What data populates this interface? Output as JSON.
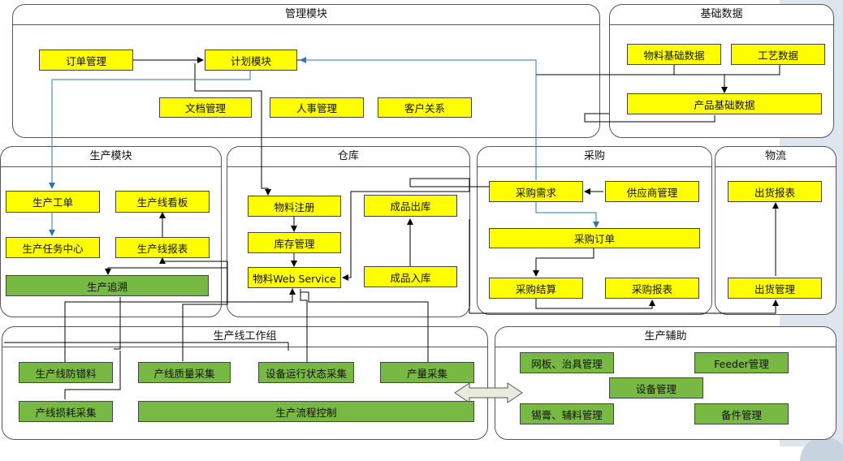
{
  "groups": {
    "management": "管理模块",
    "basic_data": "基础数据",
    "production": "生产模块",
    "warehouse": "仓库",
    "purchasing": "采购",
    "logistics": "物流",
    "line_workgroup": "生产线工作组",
    "production_aux": "生产辅助"
  },
  "boxes": {
    "order_mgmt": "订单管理",
    "plan_module": "计划模块",
    "doc_mgmt": "文档管理",
    "hr_mgmt": "人事管理",
    "customer_rel": "客户关系",
    "material_basic": "物料基础数据",
    "process_data": "工艺数据",
    "product_basic": "产品基础数据",
    "work_order": "生产工单",
    "line_board": "生产线看板",
    "task_center": "生产任务中心",
    "line_report": "生产线报表",
    "prod_trace": "生产追溯",
    "material_reg": "物料注册",
    "finished_out": "成品出库",
    "inventory_mgmt": "库存管理",
    "material_ws": "物料Web Service",
    "finished_in": "成品入库",
    "purchase_demand": "采购需求",
    "supplier_mgmt": "供应商管理",
    "purchase_order": "采购订单",
    "purchase_settle": "采购结算",
    "purchase_report": "采购报表",
    "ship_report": "出货报表",
    "ship_mgmt": "出货管理",
    "line_mistake_proof": "生产线防错料",
    "line_quality": "产线质量采集",
    "equip_status": "设备运行状态采集",
    "output_collect": "产量采集",
    "line_consumption": "产线损耗采集",
    "flow_control": "生产流程控制",
    "stencil_fixture": "网板、治具管理",
    "feeder_mgmt": "Feeder管理",
    "equip_mgmt": "设备管理",
    "solder_material": "锡膏、辅料管理",
    "spare_parts": "备件管理"
  },
  "colors": {
    "yellow": "#ffff00",
    "green": "#77b943",
    "blue_line": "#2e75b6",
    "border": "#444444"
  }
}
